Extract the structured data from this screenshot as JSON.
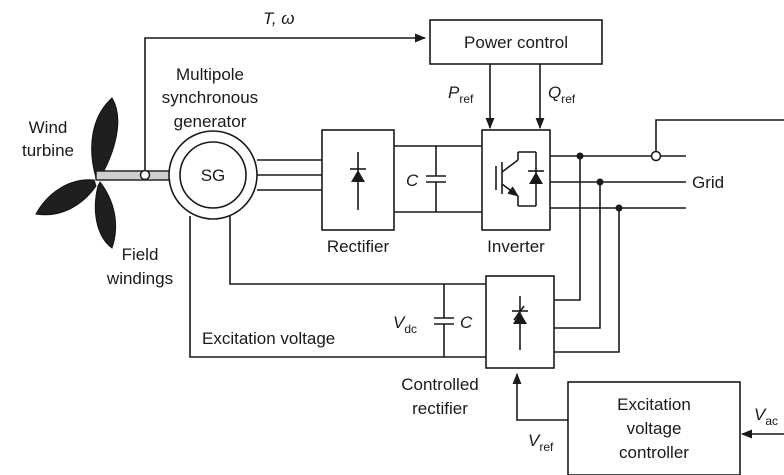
{
  "labels": {
    "t_omega_t": "T",
    "t_omega_sep": ", ",
    "t_omega_w": "ω",
    "power_control": "Power control",
    "p": "P",
    "q": "Q",
    "ref": "ref",
    "multipole": "Multipole",
    "synchronous": "synchronous",
    "generator": "generator",
    "wind": "Wind",
    "turbine": "turbine",
    "sg": "SG",
    "c": "C",
    "grid": "Grid",
    "rectifier": "Rectifier",
    "inverter": "Inverter",
    "field": "Field",
    "windings": "windings",
    "v": "V",
    "dc": "dc",
    "excitation_voltage": "Excitation voltage",
    "controlled": "Controlled",
    "rectifier2": "rectifier",
    "exc_ctrl_1": "Excitation",
    "exc_ctrl_2": "voltage",
    "exc_ctrl_3": "controller",
    "vac_sub": "ac"
  }
}
